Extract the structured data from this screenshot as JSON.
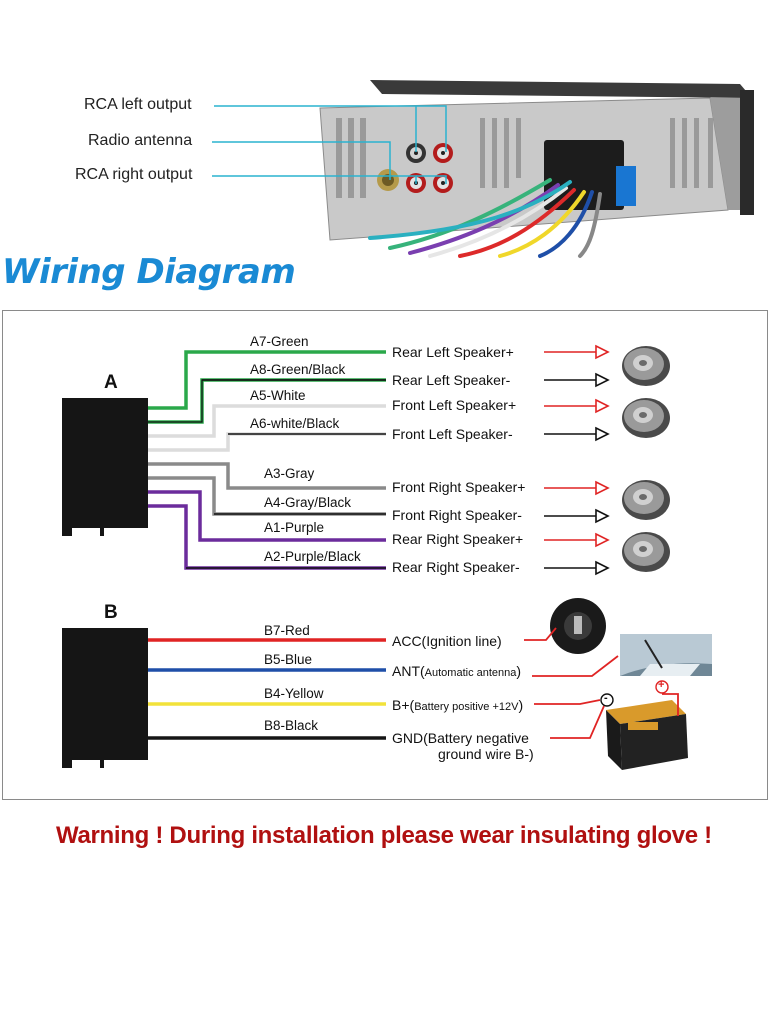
{
  "callouts": {
    "rca_left": "RCA left output",
    "radio_antenna": "Radio antenna",
    "rca_right": "RCA right output"
  },
  "title": "Wiring Diagram",
  "group_a": {
    "label": "A",
    "wires": [
      {
        "code": "A7-Green",
        "dest": "Rear Left Speaker+",
        "color": "#2aa84a",
        "polarity": "+"
      },
      {
        "code": "A8-Green/Black",
        "dest": "Rear Left Speaker-",
        "color": "#2aa84a",
        "polarity": "-"
      },
      {
        "code": "A5-White",
        "dest": "Front Left Speaker+",
        "color": "#e6e6e6",
        "polarity": "+"
      },
      {
        "code": "A6-white/Black",
        "dest": "Front Left Speaker-",
        "color": "#e6e6e6",
        "polarity": "-"
      },
      {
        "code": "A3-Gray",
        "dest": "Front Right Speaker+",
        "color": "#8a8a8a",
        "polarity": "+"
      },
      {
        "code": "A4-Gray/Black",
        "dest": "Front Right Speaker-",
        "color": "#8a8a8a",
        "polarity": "-"
      },
      {
        "code": "A1-Purple",
        "dest": "Rear Right Speaker+",
        "color": "#6b2c9c",
        "polarity": "+"
      },
      {
        "code": "A2-Purple/Black",
        "dest": "Rear Right Speaker-",
        "color": "#6b2c9c",
        "polarity": "-"
      }
    ]
  },
  "group_b": {
    "label": "B",
    "wires": [
      {
        "code": "B7-Red",
        "dest_main": "ACC(Ignition line)",
        "dest_small": "",
        "color": "#e02424"
      },
      {
        "code": "B5-Blue",
        "dest_main": "ANT(",
        "dest_small": "Automatic antenna",
        "dest_tail": ")",
        "color": "#1f4fa8"
      },
      {
        "code": "B4-Yellow",
        "dest_main": "B+(",
        "dest_small": "Battery positive +12V",
        "dest_tail": ")",
        "color": "#f2e23a"
      },
      {
        "code": "B8-Black",
        "dest_main": "GND(Battery negative",
        "dest_line2": "ground wire B-)",
        "color": "#151515"
      }
    ]
  },
  "battery_marks": {
    "plus": "+",
    "minus": "-"
  },
  "warning": "Warning ! During installation please wear insulating glove !",
  "colors": {
    "title_blue": "#1a8ad4",
    "warning_red": "#b01010",
    "arrow_red": "#e02424"
  }
}
